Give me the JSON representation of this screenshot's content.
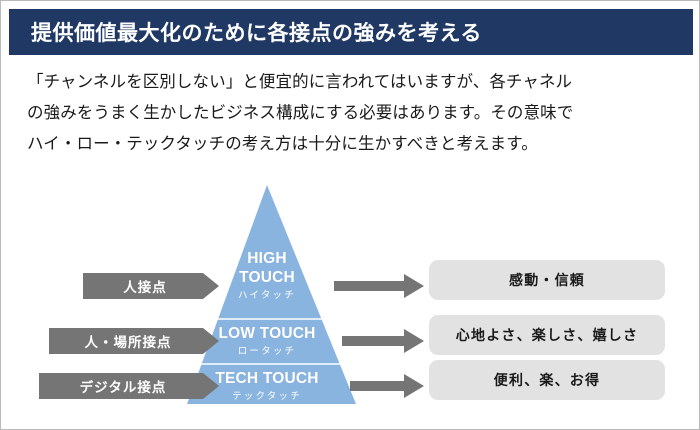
{
  "header": {
    "title": "提供価値最大化のために各接点の強みを考える",
    "bg_color": "#1f3864",
    "text_color": "#ffffff"
  },
  "body": {
    "lines": [
      "「チャンネルを区別しない」と便宜的に言われてはいますが、各チャネル",
      "の強みをうまく生かしたビジネス構成にする必要はあります。その意味で",
      "ハイ・ロー・テックタッチの考え方は十分に生かすべきと考えます。"
    ]
  },
  "diagram": {
    "pyramid_color": "#8ab4e0",
    "chevron_color": "#757575",
    "arrow_color": "#757575",
    "outcome_box_color": "#e2e2e2",
    "tiers": [
      {
        "id": "high-touch",
        "label_en_line1": "HIGH",
        "label_en_line2": "TOUCH",
        "label_jp": "ハイタッチ",
        "contact_label": "人接点",
        "outcome": "感動・信頼"
      },
      {
        "id": "low-touch",
        "label_en_line1": "LOW TOUCH",
        "label_en_line2": "",
        "label_jp": "ロータッチ",
        "contact_label": "人・場所接点",
        "outcome": "心地よさ、楽しさ、嬉しさ"
      },
      {
        "id": "tech-touch",
        "label_en_line1": "TECH TOUCH",
        "label_en_line2": "",
        "label_jp": "テックタッチ",
        "contact_label": "デジタル接点",
        "outcome": "便利、楽、お得"
      }
    ]
  }
}
